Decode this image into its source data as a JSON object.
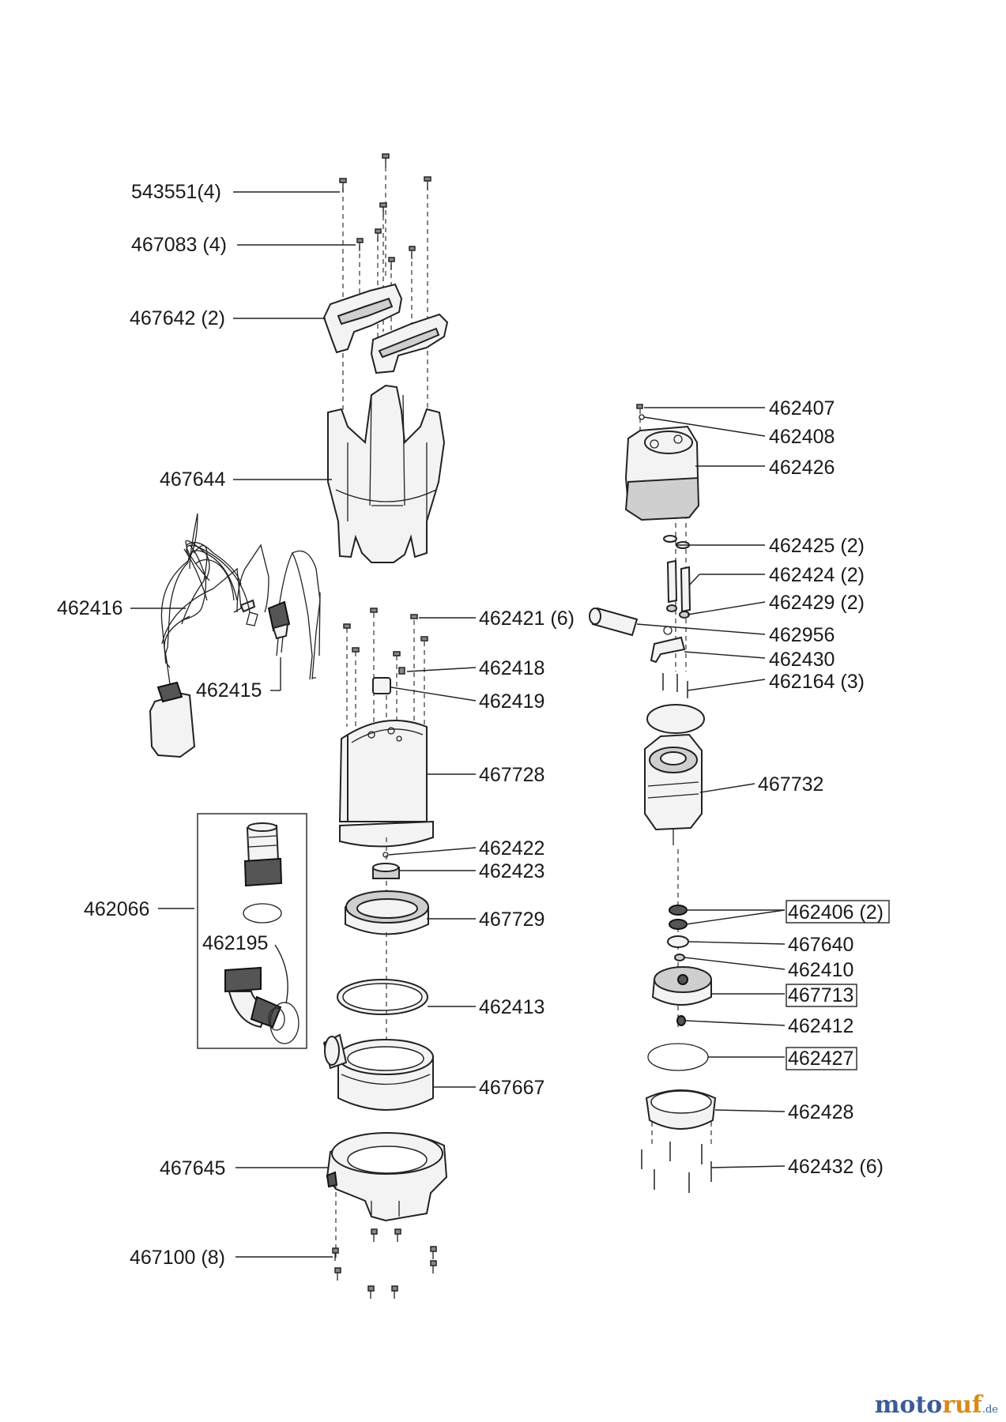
{
  "labels": {
    "p543551": "543551(4)",
    "p467083": "467083 (4)",
    "p467642": "467642 (2)",
    "p467644": "467644",
    "p462416": "462416",
    "p462415": "462415",
    "p462421": "462421 (6)",
    "p462418": "462418",
    "p462419": "462419",
    "p467728": "467728",
    "p462422": "462422",
    "p462423": "462423",
    "p462066": "462066",
    "p462195": "462195",
    "p467729": "467729",
    "p462413": "462413",
    "p467667": "467667",
    "p467645": "467645",
    "p467100": "467100 (8)",
    "p462407": "462407",
    "p462408": "462408",
    "p462426": "462426",
    "p462425": "462425 (2)",
    "p462424": "462424 (2)",
    "p462429": "462429 (2)",
    "p462956": "462956",
    "p462430": "462430",
    "p462164": "462164 (3)",
    "p467732": "467732",
    "p462406": "462406 (2)",
    "p467640": "467640",
    "p462410": "462410",
    "p467713": "467713",
    "p462412": "462412",
    "p462427": "462427",
    "p462428": "462428",
    "p462432": "462432 (6)"
  },
  "brand": {
    "part1": "moto",
    "part2": "ruf",
    "tld": ".de"
  }
}
